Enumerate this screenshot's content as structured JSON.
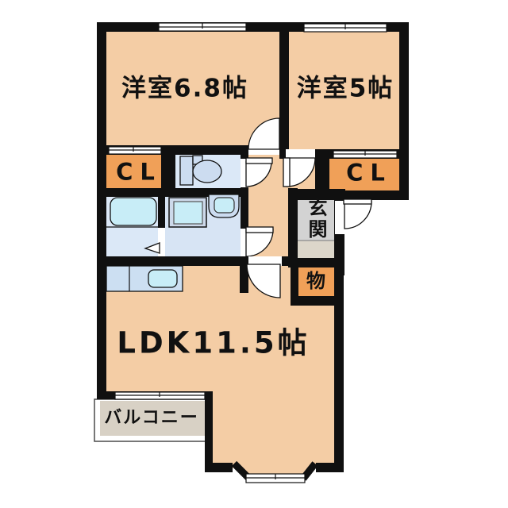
{
  "rooms": {
    "bedroom1": "洋室6.8帖",
    "bedroom2": "洋室5帖",
    "closet_left": "CL",
    "closet_right": "CL",
    "entrance": "玄関",
    "storage": "物",
    "ldk": "LDK11.5帖",
    "balcony": "バルコニー"
  },
  "colors": {
    "wall": "#101010",
    "room_peach": "#f4cda5",
    "closet_orange": "#f0a058",
    "wet_blue": "#dbe8f7",
    "wet_blue2": "#d7e4f4",
    "fixture_blue": "#ccdcf0",
    "fixture_cyan": "#c8edf7",
    "counter_blue": "#ccdff2",
    "entrance_gray": "#d3d3d3",
    "entrance_step": "#dcd6ca",
    "balcony_gray": "#d8d1c5"
  }
}
